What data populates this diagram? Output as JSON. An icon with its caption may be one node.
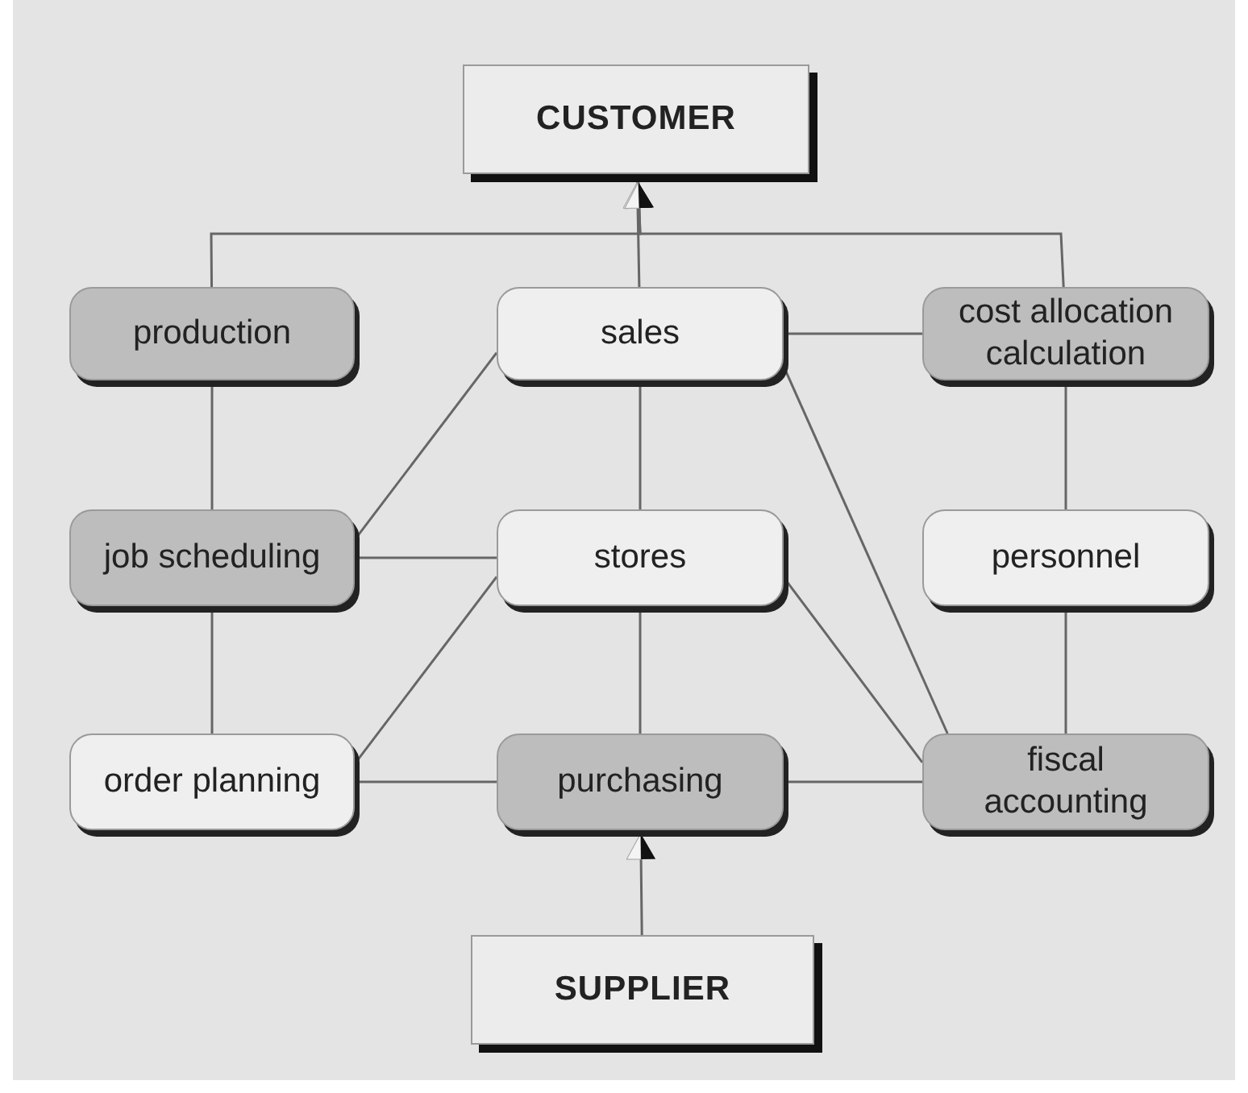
{
  "diagram": {
    "nodes": [
      {
        "text": [
          "CUSTOMER"
        ]
      },
      {
        "text": [
          "production"
        ]
      },
      {
        "text": [
          "sales"
        ]
      },
      {
        "text": [
          "cost allocation calculation"
        ]
      },
      {
        "text": [
          "job scheduling"
        ]
      },
      {
        "text": [
          "stores"
        ]
      },
      {
        "text": [
          "personnel"
        ]
      },
      {
        "text": [
          "order planning"
        ]
      },
      {
        "text": [
          "purchasing"
        ]
      },
      {
        "text": [
          "fiscal accounting"
        ]
      },
      {
        "text": [
          "SUPPLIER"
        ]
      }
    ],
    "edges": [
      {
        "from": 1,
        "to": 0,
        "arrow": "to"
      },
      {
        "from": 2,
        "to": 0,
        "arrow": "to"
      },
      {
        "from": 3,
        "to": 0,
        "arrow": "to"
      },
      {
        "from": 2,
        "to": 3,
        "arrow": "none"
      },
      {
        "from": 1,
        "to": 4,
        "arrow": "none"
      },
      {
        "from": 2,
        "to": 4,
        "arrow": "none"
      },
      {
        "from": 2,
        "to": 5,
        "arrow": "none"
      },
      {
        "from": 2,
        "to": 9,
        "arrow": "none"
      },
      {
        "from": 3,
        "to": 6,
        "arrow": "none"
      },
      {
        "from": 4,
        "to": 5,
        "arrow": "none"
      },
      {
        "from": 4,
        "to": 7,
        "arrow": "none"
      },
      {
        "from": 5,
        "to": 7,
        "arrow": "none"
      },
      {
        "from": 5,
        "to": 8,
        "arrow": "none"
      },
      {
        "from": 5,
        "to": 9,
        "arrow": "none"
      },
      {
        "from": 6,
        "to": 9,
        "arrow": "none"
      },
      {
        "from": 7,
        "to": 8,
        "arrow": "none"
      },
      {
        "from": 8,
        "to": 9,
        "arrow": "none"
      },
      {
        "from": 10,
        "to": 8,
        "arrow": "to"
      }
    ]
  }
}
